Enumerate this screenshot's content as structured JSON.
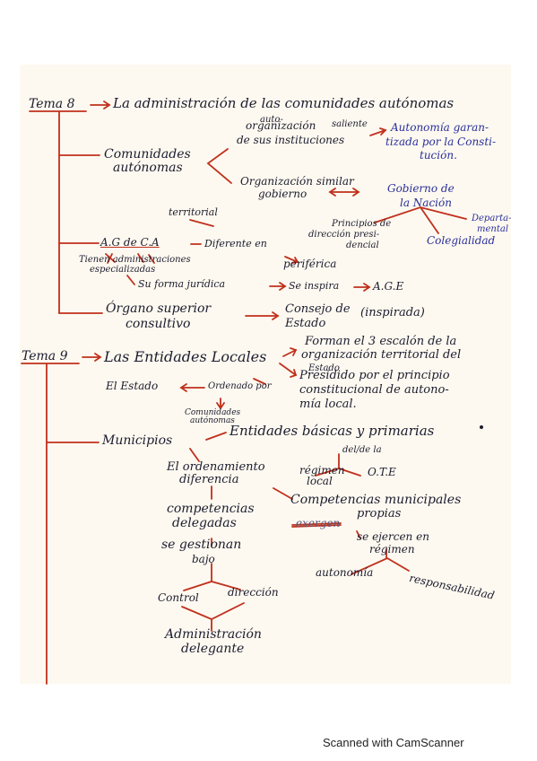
{
  "tema8": {
    "label": "Tema 8",
    "title": "La administración de las comunidades autónomas",
    "ca_line1": "Comunidades",
    "ca_line2": "autónomas",
    "auto": "auto-",
    "autoorg": "organización",
    "sus_inst": "de sus instituciones",
    "saliente": "saliente",
    "garant1": "Autonomía garan-",
    "garant2": "tizada por la Consti-",
    "garant3": "tución.",
    "org_simil1": "Organización similar",
    "org_simil2": "gobierno",
    "gob_nac1": "Gobierno de",
    "gob_nac2": "la Nación",
    "depart1": "Departa-",
    "depart2": "mental",
    "colegial": "Colegialidad",
    "principios1": "Principios de",
    "principios2": "dirección presi-",
    "principios3": "dencial",
    "territorial": "territorial",
    "agca": "A.G de C.A",
    "diferente": "Diferente en",
    "tienen1": "Tienen administraciones",
    "tienen2": "especializadas",
    "periferica": "periférica",
    "su_forma": "Su forma jurídica",
    "se_inspira": "Se inspira",
    "age": "A.G.E",
    "organo1": "Órgano superior",
    "organo2": "consultivo",
    "consejo1": "Consejo de",
    "consejo2": "Estado",
    "inspirada": "(inspirada)"
  },
  "tema9": {
    "label": "Tema 9",
    "title": "Las Entidades Locales",
    "forman1": "Forman el 3 escalón de la",
    "forman2": "organización territorial del",
    "forman3": "Estado",
    "presidido1": "Presidido por el principio",
    "presidido2": "constitucional de autono-",
    "presidido3": "mía local.",
    "el_estado": "El Estado",
    "ordenado": "Ordenado por",
    "com_aut1": "Comunidades",
    "com_aut2": "autónomas",
    "municipios": "Municipios",
    "basicas": "Entidades básicas y primarias",
    "del": "del/de la",
    "ordenamiento1": "El ordenamiento",
    "ordenamiento2": "diferencia",
    "regimen1": "régimen",
    "regimen2": "local",
    "ote": "O.T.E",
    "comp_del1": "competencias",
    "comp_del2": "delegadas",
    "comp_mun1": "Competencias municipales",
    "comp_mun2": "propias",
    "tachado": "exergen",
    "se_ejercen1": "se ejercen en",
    "se_ejercen2": "régimen",
    "gestionan1": "se gestionan",
    "gestionan2": "bajo",
    "autonomia": "autonomía",
    "responsab": "responsabilidad",
    "control": "Control",
    "direccion": "dirección",
    "admin1": "Administración",
    "admin2": "delegante"
  },
  "footer": {
    "scanner": "Scanned with CamScanner"
  },
  "colors": {
    "ink_black": "#1c1c2e",
    "ink_blue": "#2a2f9a",
    "ink_red": "#c0301c",
    "paper": "#fdf9f0"
  }
}
